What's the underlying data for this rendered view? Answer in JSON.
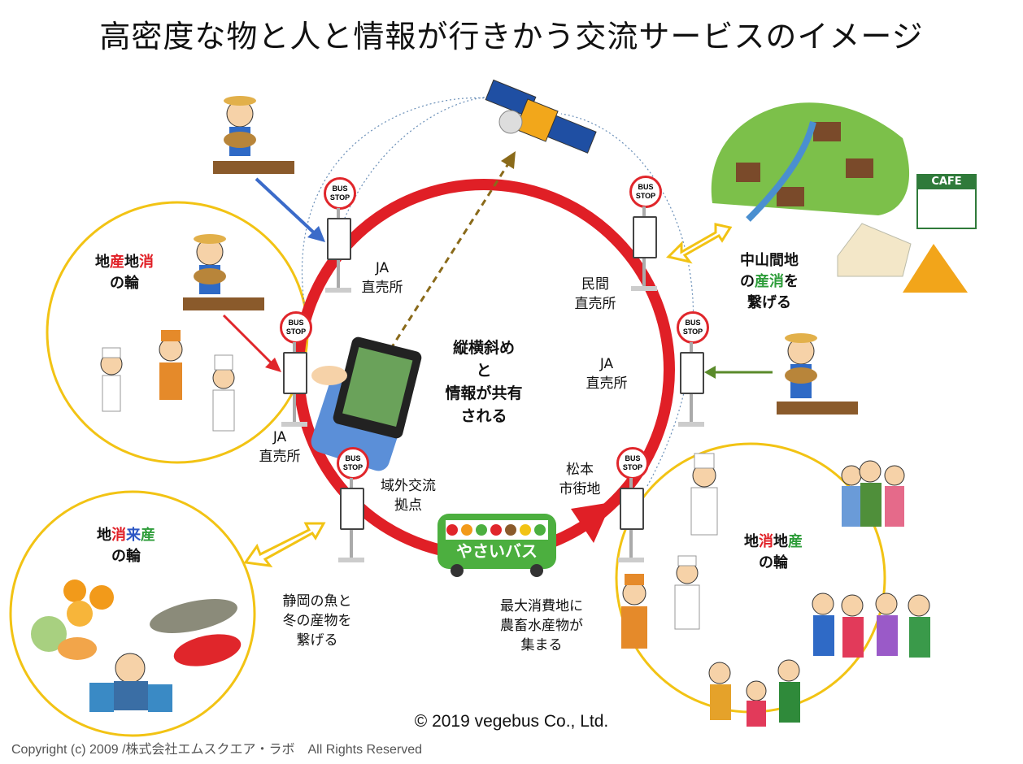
{
  "title": "高密度な物と人と情報が行きかう交流サービスのイメージ",
  "center_text": [
    "縦横斜め",
    "と",
    "情報が共有",
    "される"
  ],
  "stop_labels": {
    "ja_top": [
      "JA",
      "直売所"
    ],
    "minkan": [
      "民間",
      "直売所"
    ],
    "ja_right": [
      "JA",
      "直売所"
    ],
    "ja_left": [
      "JA",
      "直売所"
    ],
    "ikigai": [
      "域外交流",
      "拠点"
    ],
    "matsumoto": [
      "松本",
      "市街地"
    ]
  },
  "bus_stop_sign": [
    "BUS",
    "STOP"
  ],
  "bus_label": "やさいバス",
  "cafe_sign": "CAFE",
  "circles": {
    "top_left": {
      "parts": [
        "地",
        "産",
        "地",
        "消"
      ],
      "line2": "の輪"
    },
    "bottom_left": {
      "parts": [
        "地",
        "消",
        "来",
        "産"
      ],
      "line2": "の輪"
    },
    "bottom_right": {
      "parts": [
        "地",
        "消",
        "地",
        "産"
      ],
      "line2": "の輪"
    }
  },
  "right_note": {
    "line1": "中山間地",
    "line2_pre": "の",
    "line2_hl": "産消",
    "line2_post": "を",
    "line3": "繋げる"
  },
  "shizuoka_note": [
    "静岡の魚と",
    "冬の産物を",
    "繋げる"
  ],
  "city_note": [
    "最大消費地に",
    "農畜水産物が",
    "集まる"
  ],
  "copyright": "© 2019 vegebus Co., Ltd.",
  "copyright_small": "Copyright (c) 2009 /株式会社エムスクエア・ラボ　All Rights Reserved",
  "colors": {
    "ring": "#e01f26",
    "outer_circle": "#f2c314",
    "bus": "#4caf3f",
    "arrow_blue": "#3b6bc9",
    "arrow_red": "#e0262b",
    "arrow_green": "#5a8a2a",
    "dashed_arrow": "#8a6a1a",
    "accent_red": "#e01f26",
    "accent_green": "#2e9d3a",
    "accent_blue": "#2d57c4"
  }
}
